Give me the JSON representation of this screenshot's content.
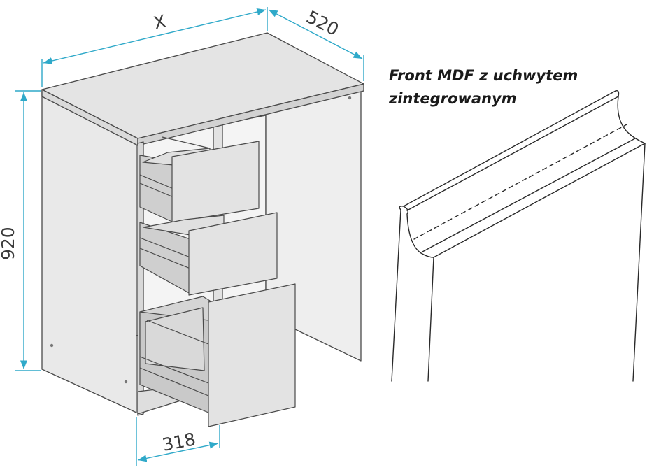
{
  "caption": {
    "line1": "Front MDF z uchwytem",
    "line2": "zintegrowanym"
  },
  "dimensions": {
    "width": "X",
    "depth": "520",
    "height": "920",
    "drawer_width": "318"
  },
  "colors": {
    "dimension": "#2fa9c9",
    "outline": "#4a4a4a",
    "panel": "#e6e6e6",
    "panel_dark": "#cfcfcf",
    "background": "#ffffff"
  }
}
